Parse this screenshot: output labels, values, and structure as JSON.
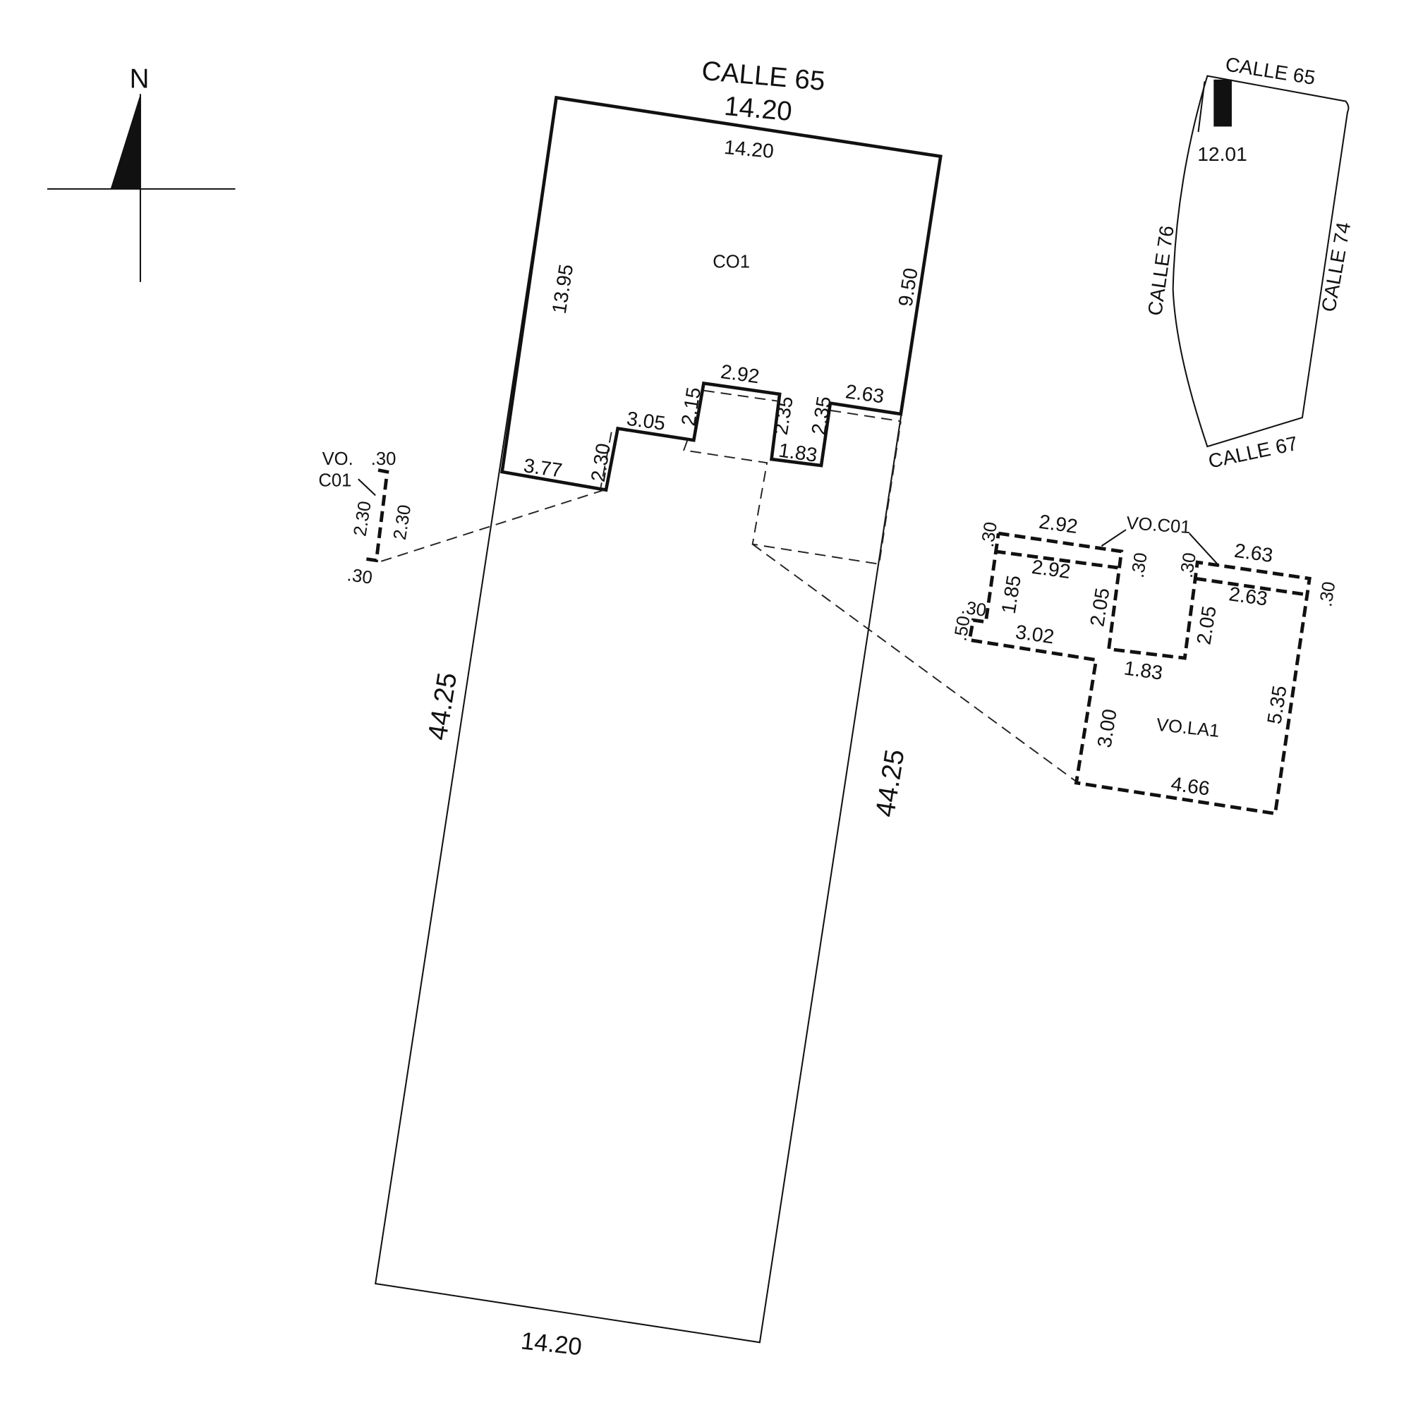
{
  "north_arrow": {
    "label": "N"
  },
  "main_lot": {
    "street_label": "CALLE 65",
    "front_width": "14.20",
    "back_width": "14.20",
    "left_depth": "44.25",
    "right_depth": "44.25"
  },
  "building_co1": {
    "name": "CO1",
    "top": "14.20",
    "left": "13.95",
    "right": "9.50",
    "dims": [
      "3.77",
      "2.30",
      "3.05",
      "2.15",
      "2.92",
      "2.35",
      "1.83",
      "2.35",
      "2.63"
    ]
  },
  "left_callout": {
    "label_line1": "VO.",
    "label_line2": "C01",
    "dims": [
      ".30",
      "2.30",
      "2.30",
      ".30"
    ]
  },
  "right_callout": {
    "label_co1": "VO.C01",
    "label_la1": "VO.LA1",
    "dims": {
      "a_30": ".30",
      "top_292": "2.92",
      "in_292": "2.92",
      "b_30": ".30",
      "c_30": ".30",
      "top_263": "2.63",
      "in_263": "2.63",
      "d_30": ".30",
      "d185": "1.85",
      "d205a": "2.05",
      "d205b": "2.05",
      "d50": ".50",
      "e_30": ".30",
      "d302": "3.02",
      "d183": "1.83",
      "d300": "3.00",
      "d535": "5.35",
      "d466": "4.66"
    }
  },
  "location_map": {
    "top_street": "CALLE 65",
    "bottom_street": "CALLE 67",
    "left_street": "CALLE 76",
    "right_street": "CALLE 74",
    "distance": "12.01"
  }
}
